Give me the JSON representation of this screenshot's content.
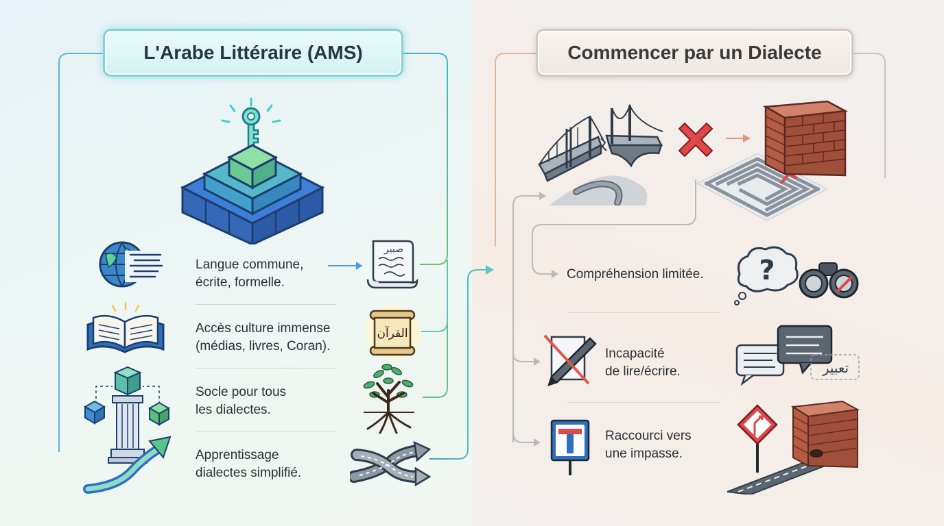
{
  "left": {
    "title": "L'Arabe Littéraire (AMS)",
    "items": [
      {
        "line1": "Langue commune,",
        "line2": "écrite, formelle."
      },
      {
        "line1": "Accès culture immense",
        "line2": "(médias, livres, Coran)."
      },
      {
        "line1": "Socle pour tous",
        "line2": "les dialectes."
      },
      {
        "line1": "Apprentissage",
        "line2": "dialectes simplifié."
      }
    ],
    "scroll_script": "صبير",
    "quran_scroll_text": "القرآن"
  },
  "right": {
    "title": "Commencer par un Dialecte",
    "items": [
      {
        "line1": "Compréhension limitée.",
        "line2": ""
      },
      {
        "line1": "Incapacité",
        "line2": "de lire/écrire."
      },
      {
        "line1": "Raccourci vers",
        "line2": "une impasse."
      }
    ],
    "bubble_script": "تعبير"
  },
  "colors": {
    "teal_accent": "#3fb6c8",
    "green_accent": "#66c07a",
    "blue_accent": "#3a7fd0",
    "red_cross": "#e0464a",
    "brick": "#b35b43",
    "grey_line": "#b9b9b9"
  }
}
